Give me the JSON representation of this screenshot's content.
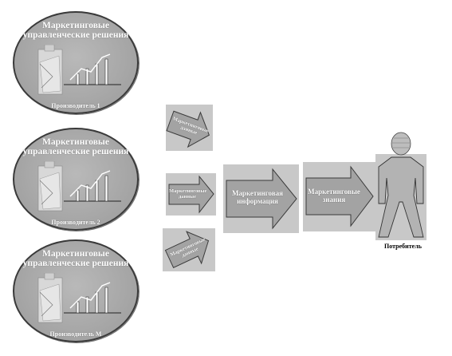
{
  "producers": [
    {
      "title": "Маркетинговые управленческие решения",
      "label": "Производитель 1"
    },
    {
      "title": "Маркетинговые управленческие решения",
      "label": "Производитель 2"
    },
    {
      "title": "Маркетинговые управленческие решения",
      "label": "Производитель М"
    }
  ],
  "data_boxes": [
    {
      "text": "Маркетинговые данные"
    },
    {
      "text": "Маркетинговые данные"
    },
    {
      "text": "Маркетинговые данные"
    }
  ],
  "information": {
    "text": "Маркетинговая информация"
  },
  "knowledge": {
    "text": "Маркетинговые знания"
  },
  "consumer": {
    "label": "Потребитель"
  }
}
